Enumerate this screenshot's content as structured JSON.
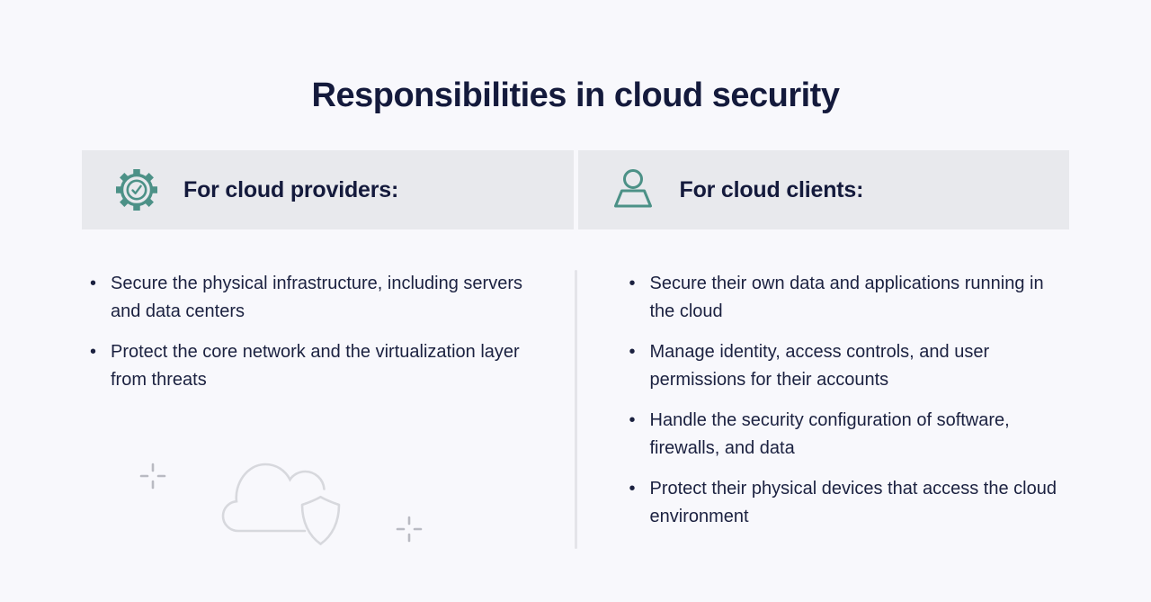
{
  "page": {
    "title": "Responsibilities in cloud security"
  },
  "colors": {
    "page_background": "#f8f8fc",
    "header_background": "#e8e9ed",
    "text_navy": "#161b3c",
    "accent_teal": "#4c9187",
    "divider_gray": "#e4e4e9",
    "decorative_outline_gray": "#d7d8dd",
    "marker_gray": "#b9bac2"
  },
  "columns": [
    {
      "id": "providers",
      "icon": "gear-check-icon",
      "label": "For cloud providers:",
      "items": [
        "Secure the physical infrastructure, including servers and data centers",
        "Protect the core network and the virtualization layer from threats"
      ]
    },
    {
      "id": "clients",
      "icon": "person-icon",
      "label": "For cloud clients:",
      "items": [
        "Secure their own data and applications running in the cloud",
        "Manage identity, access controls, and user permissions for their accounts",
        "Handle the security configuration of software, firewalls, and data",
        "Protect their physical devices that access the cloud environment"
      ]
    }
  ],
  "decorations": {
    "illustration": "cloud-shield-outline-icon",
    "left_marker": "crosshair-plus-icon",
    "right_marker": "crosshair-plus-icon"
  }
}
